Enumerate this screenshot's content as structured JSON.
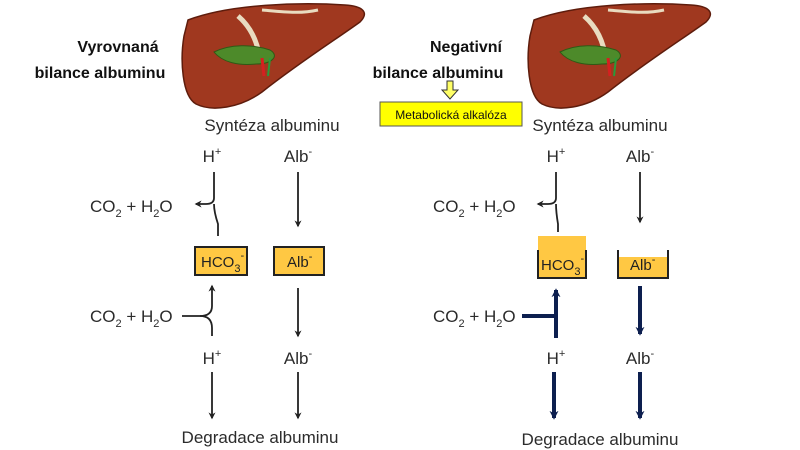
{
  "left": {
    "title_line1": "Vyrovnaná",
    "title_line2": "bilance albuminu",
    "synthesis": "Syntéza albuminu",
    "h_top": "H",
    "h_top_sup": "+",
    "alb_top": "Alb",
    "alb_top_sup": "-",
    "co2_top": {
      "a": "CO",
      "sub1": "2",
      "b": " + H",
      "sub2": "2",
      "c": "O"
    },
    "hco3": {
      "a": "HCO",
      "sub": "3",
      "sup": "-"
    },
    "alb_box": "Alb",
    "alb_box_sup": "-",
    "co2_bottom": {
      "a": "CO",
      "sub1": "2",
      "b": " + H",
      "sub2": "2",
      "c": "O"
    },
    "h_bottom": "H",
    "h_bottom_sup": "+",
    "alb_bottom": "Alb",
    "alb_bottom_sup": "-",
    "degradation": "Degradace albuminu"
  },
  "right": {
    "title_line1": "Negativní",
    "title_line2": "bilance albuminu",
    "alkalosis": "Metabolická alkalóza",
    "synthesis": "Syntéza albuminu",
    "h_top": "H",
    "h_top_sup": "+",
    "alb_top": "Alb",
    "alb_top_sup": "-",
    "co2_top": {
      "a": "CO",
      "sub1": "2",
      "b": " + H",
      "sub2": "2",
      "c": "O"
    },
    "hco3": {
      "a": "HCO",
      "sub": "3",
      "sup": "-"
    },
    "alb_box": "Alb",
    "alb_box_sup": "-",
    "co2_bottom": {
      "a": "CO",
      "sub1": "2",
      "b": " + H",
      "sub2": "2",
      "c": "O"
    },
    "h_bottom": "H",
    "h_bottom_sup": "+",
    "alb_bottom": "Alb",
    "alb_bottom_sup": "-",
    "degradation": "Degradace albuminu"
  },
  "colors": {
    "box_fill": "#ffc843",
    "arrow": "#222222",
    "arrow_emphasis": "#0d1f4f",
    "alkalosis_fill": "#ffff00",
    "liver": "#a0381f",
    "gallbladder": "#4d8a2a"
  }
}
